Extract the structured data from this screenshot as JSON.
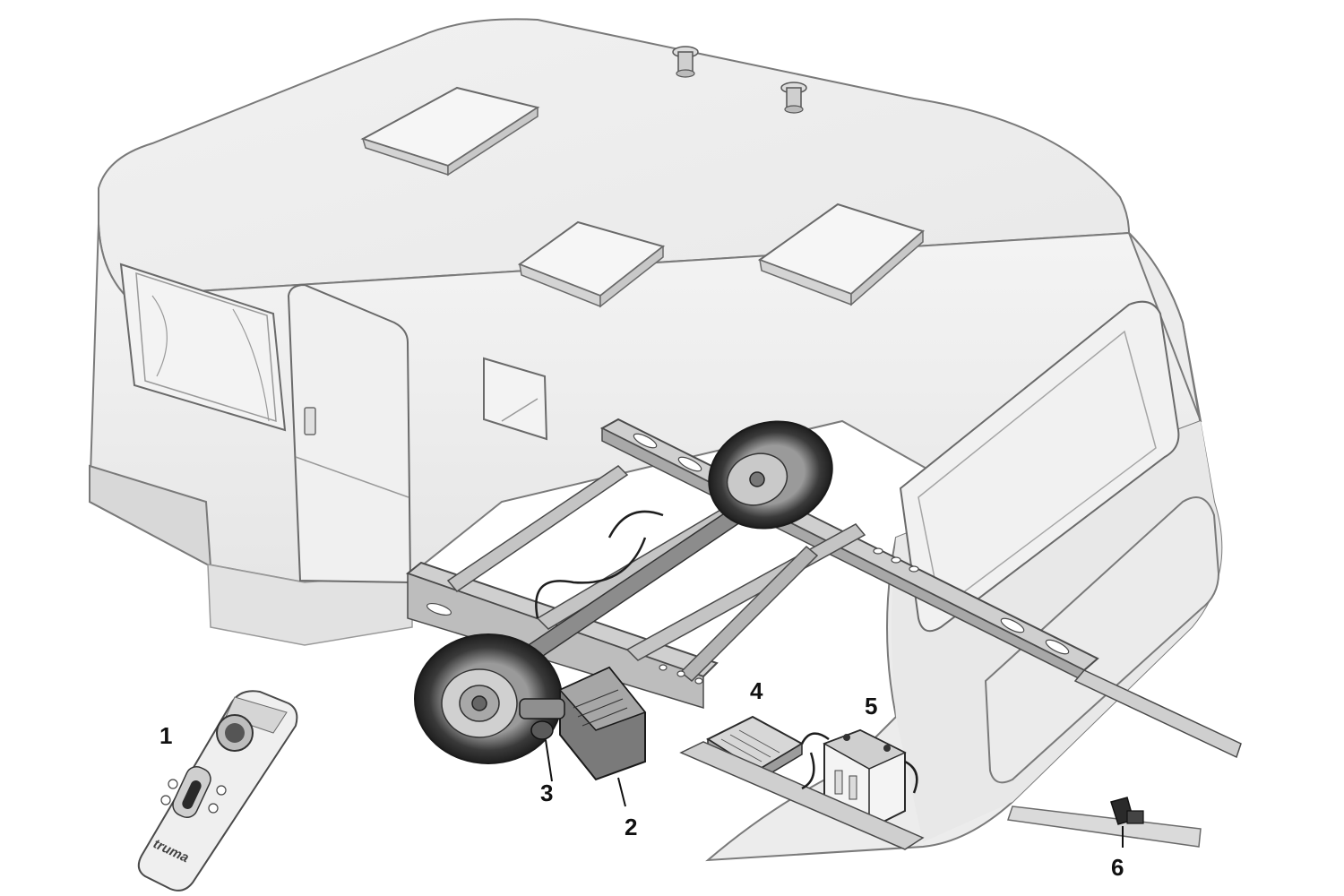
{
  "callouts": [
    "1",
    "2",
    "3",
    "4",
    "5",
    "6"
  ],
  "remote": {
    "brand": "truma"
  },
  "colors": {
    "body": "#efefef",
    "outline": "#6a6a6a",
    "frame": "#bdbdbd",
    "dark": "#2a2a2a"
  }
}
